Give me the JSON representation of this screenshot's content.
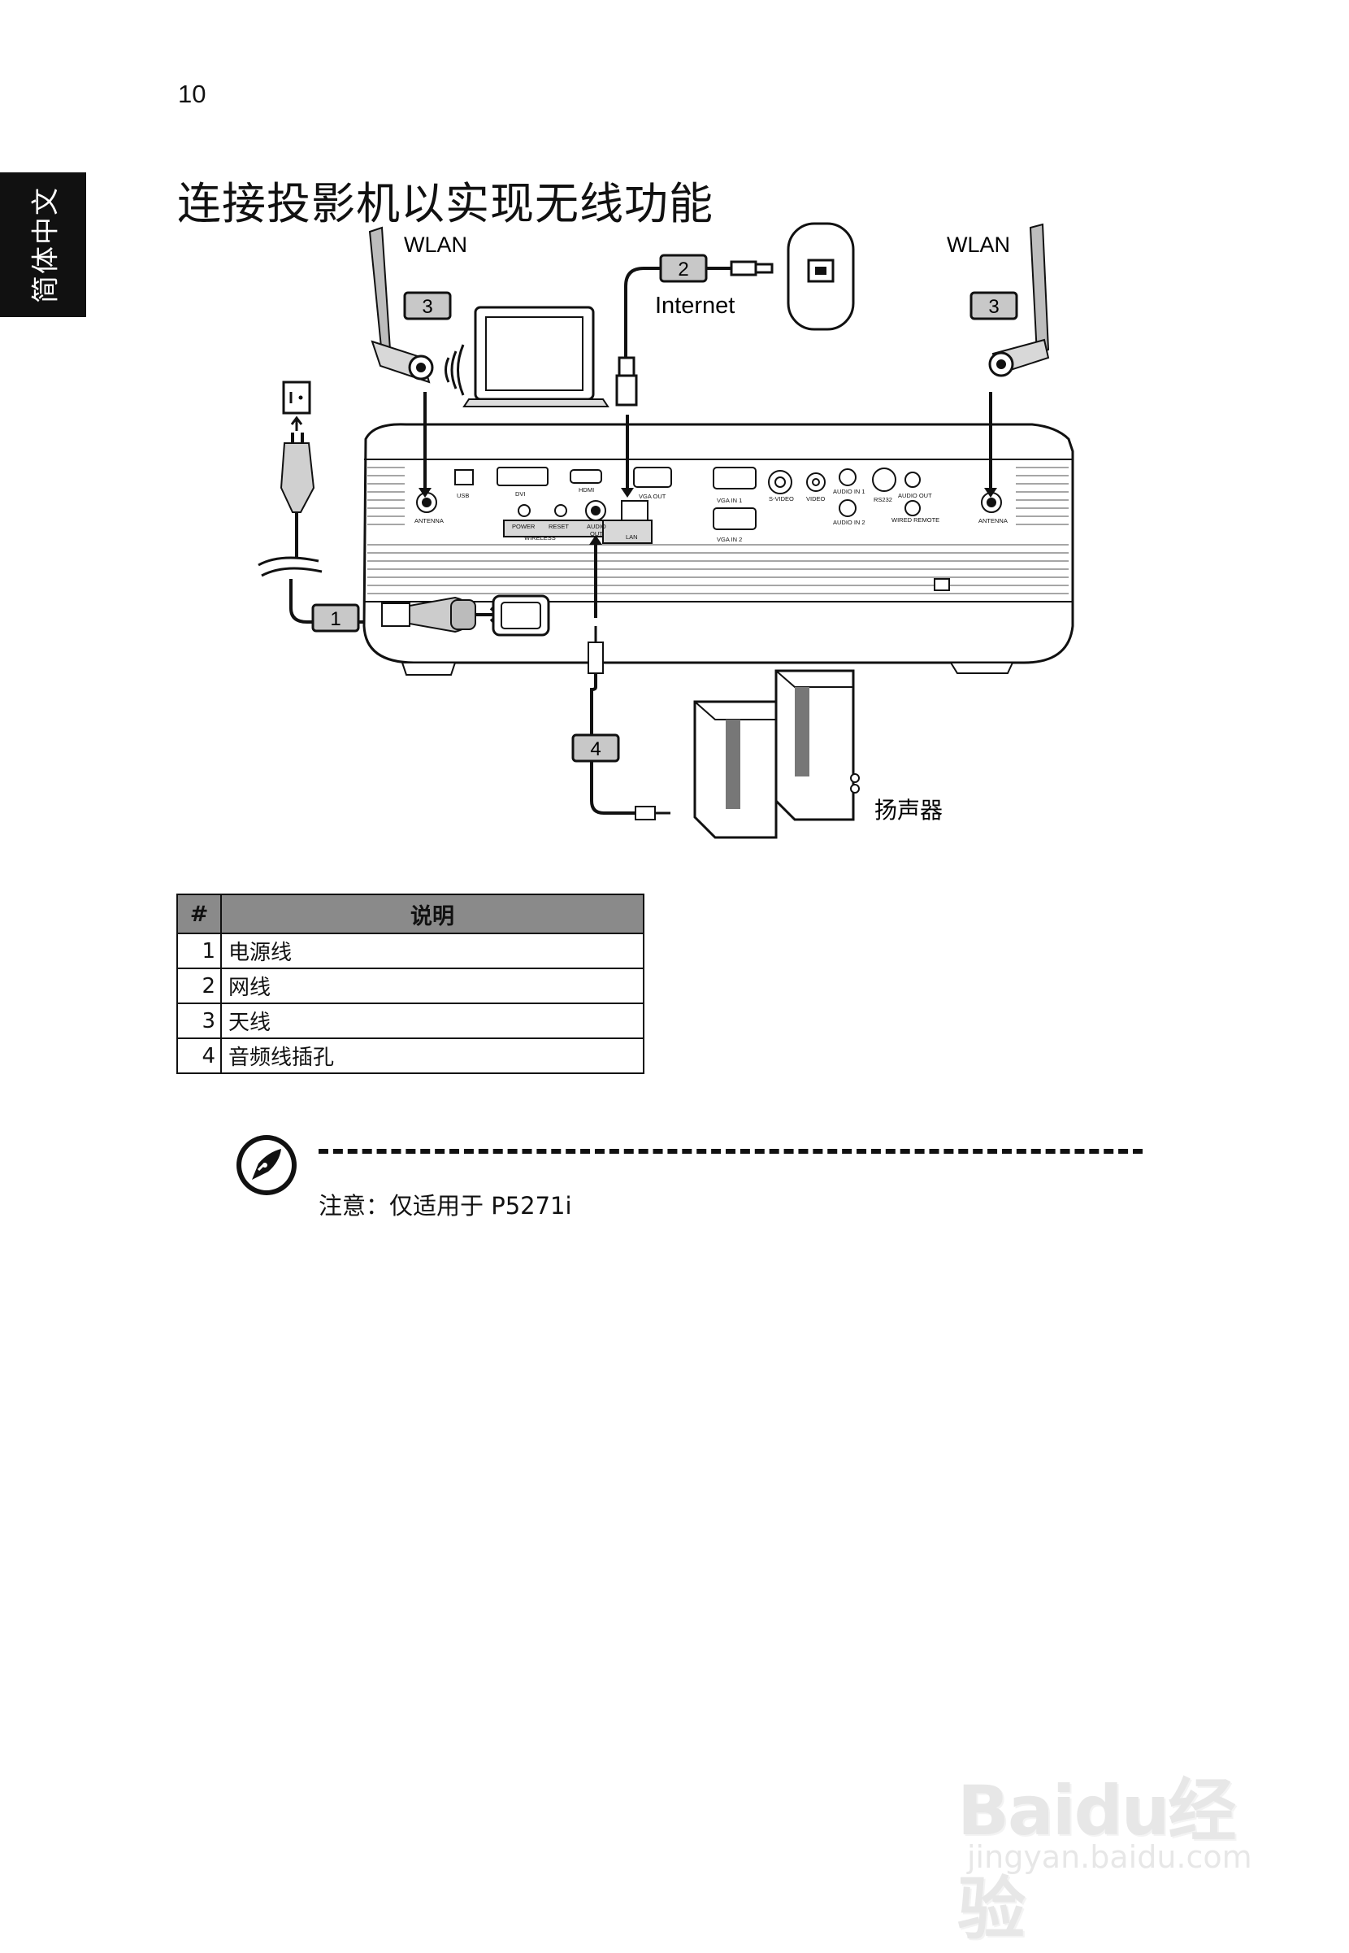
{
  "page_number": "10",
  "side_tab": "简体中文",
  "heading": "连接投影机以实现无线功能",
  "diagram": {
    "wlan_left": "WLAN",
    "wlan_right": "WLAN",
    "internet": "Internet",
    "speaker_label": "扬声器",
    "callouts": [
      "1",
      "2",
      "3",
      "3",
      "4"
    ],
    "port_labels": {
      "usb": "USB",
      "dvi": "DVI",
      "hdmi": "HDMI",
      "vga_out": "VGA OUT",
      "vga_in_1": "VGA IN 1",
      "vga_in_2": "VGA IN 2",
      "s_video": "S-VIDEO",
      "video": "VIDEO",
      "audio_in_1": "AUDIO IN 1",
      "audio_in_2": "AUDIO IN 2",
      "rs232": "RS232",
      "audio_out_right": "AUDIO OUT",
      "wired_remote": "WIRED REMOTE",
      "antenna_left": "ANTENNA",
      "antenna_right": "ANTENNA",
      "power": "POWER",
      "reset": "RESET",
      "wireless": "WIRELESS",
      "audio_out_top": "AUDIO",
      "audio_out_bottom": "OUT",
      "lan": "LAN"
    }
  },
  "table": {
    "headers": [
      "#",
      "说明"
    ],
    "rows": [
      {
        "num": "1",
        "desc": "电源线"
      },
      {
        "num": "2",
        "desc": "网线"
      },
      {
        "num": "3",
        "desc": "天线"
      },
      {
        "num": "4",
        "desc": "音频线插孔"
      }
    ]
  },
  "note": "注意：仅适用于 P5271i",
  "watermark": {
    "brand": "Baidu经验",
    "url": "jingyan.baidu.com"
  }
}
